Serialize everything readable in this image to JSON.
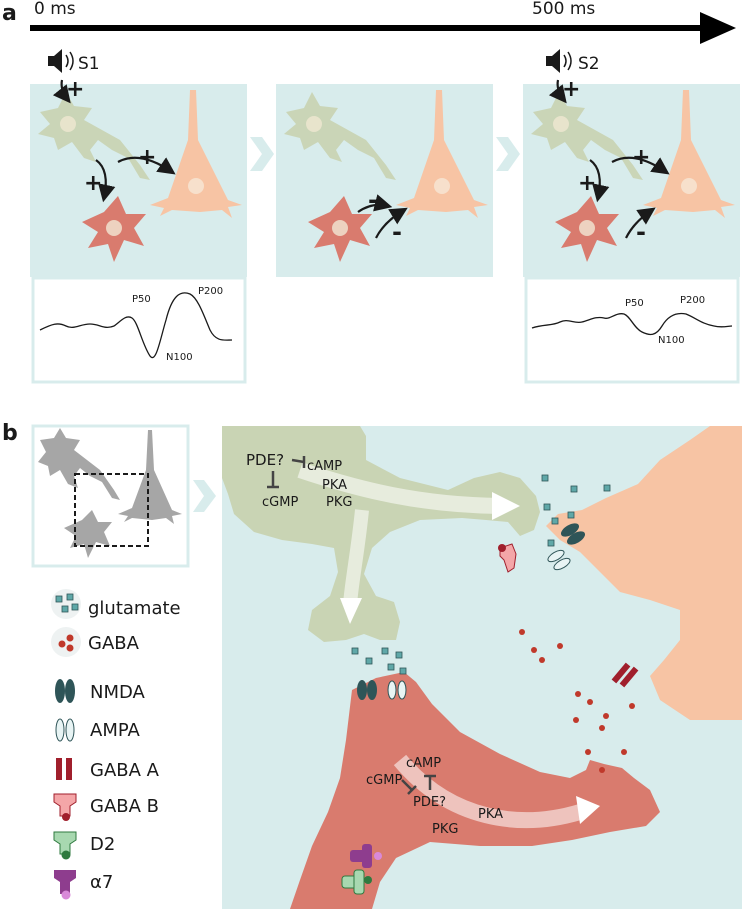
{
  "panel_a": {
    "letter": "a",
    "timeline": {
      "start": "0 ms",
      "end": "500 ms"
    },
    "stimulus_1": "S1",
    "stimulus_2": "S2",
    "signs": {
      "plus": "+",
      "minus": "-"
    },
    "waveform_1": {
      "p50": "P50",
      "n100": "N100",
      "p200": "P200"
    },
    "waveform_2": {
      "p50": "P50",
      "n100": "N100",
      "p200": "P200"
    }
  },
  "panel_b": {
    "letter": "b",
    "top_neuron": {
      "pde": "PDE?",
      "camp": "cAMP",
      "cgmp": "cGMP",
      "pka": "PKA",
      "pkg": "PKG"
    },
    "bottom_neuron": {
      "pde": "PDE?",
      "camp": "cAMP",
      "cgmp": "cGMP",
      "pka": "PKA",
      "pkg": "PKG"
    },
    "legend": {
      "glutamate": "glutamate",
      "gaba": "GABA",
      "nmda": "NMDA",
      "ampa": "AMPA",
      "gaba_a": "GABA A",
      "gaba_b": "GABA B",
      "d2": "D2",
      "a7": "α7"
    }
  },
  "colors": {
    "panel_bg": "#d8ecec",
    "excitatory": "#c9d4b4",
    "pyramidal": "#f7c4a4",
    "inhibitory": "#d97b6e",
    "nmda": "#2f5558",
    "gaba_a": "#a01f2c",
    "gaba_b": "#f4a6a8",
    "d2": "#a8d8b0",
    "a7": "#8e3d8e"
  }
}
